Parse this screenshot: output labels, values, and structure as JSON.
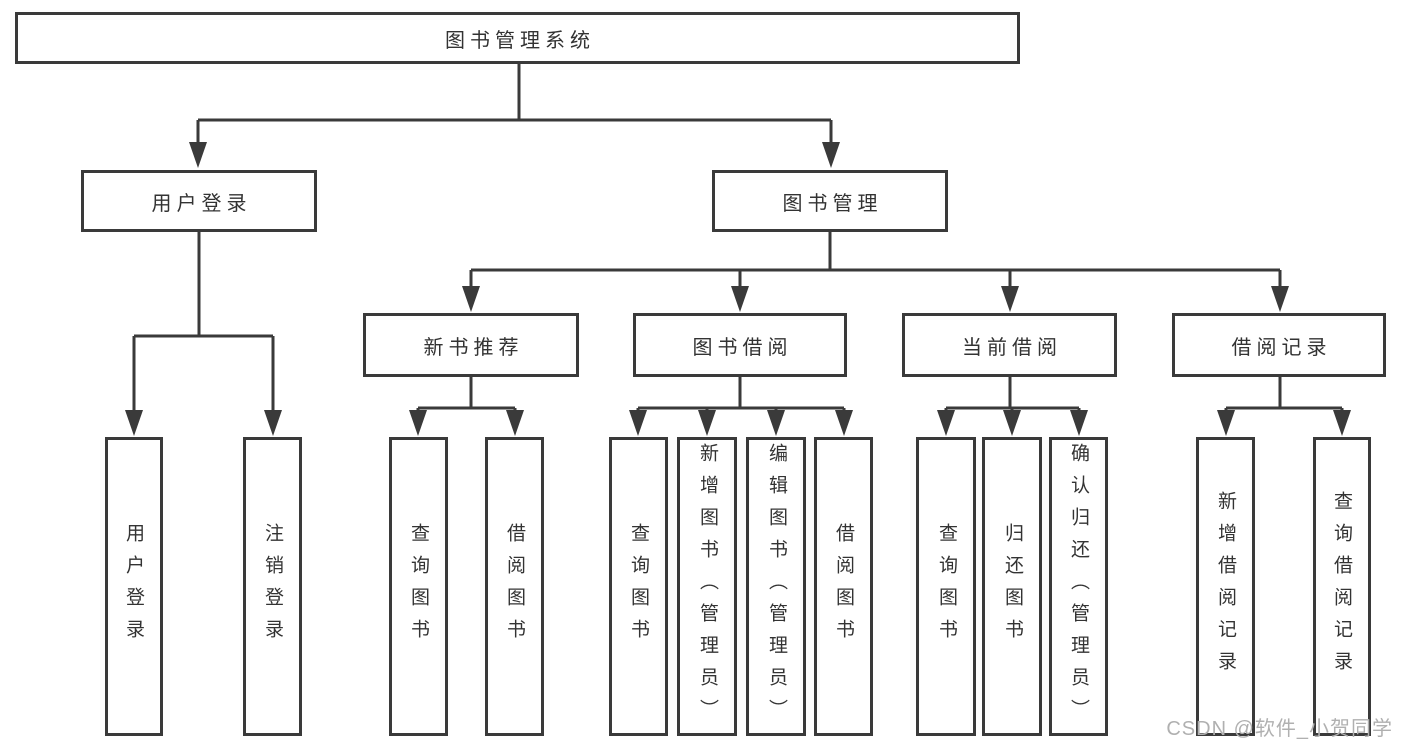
{
  "diagram": {
    "type": "hierarchy-tree",
    "root": {
      "label": "图书管理系统"
    },
    "level2": [
      {
        "label": "用户登录"
      },
      {
        "label": "图书管理"
      }
    ],
    "level3": [
      {
        "label": "新书推荐",
        "parent": "图书管理"
      },
      {
        "label": "图书借阅",
        "parent": "图书管理"
      },
      {
        "label": "当前借阅",
        "parent": "图书管理"
      },
      {
        "label": "借阅记录",
        "parent": "图书管理"
      }
    ],
    "leaves": [
      {
        "label": "用户登录",
        "parent": "用户登录"
      },
      {
        "label": "注销登录",
        "parent": "用户登录"
      },
      {
        "label": "查询图书",
        "parent": "新书推荐"
      },
      {
        "label": "借阅图书",
        "parent": "新书推荐"
      },
      {
        "label": "查询图书",
        "parent": "图书借阅"
      },
      {
        "label": "新增图书（管理员）",
        "parent": "图书借阅"
      },
      {
        "label": "编辑图书（管理员）",
        "parent": "图书借阅"
      },
      {
        "label": "借阅图书",
        "parent": "图书借阅"
      },
      {
        "label": "查询图书",
        "parent": "当前借阅"
      },
      {
        "label": "归还图书",
        "parent": "当前借阅"
      },
      {
        "label": "确认归还（管理员）",
        "parent": "当前借阅"
      },
      {
        "label": "新增借阅记录",
        "parent": "借阅记录"
      },
      {
        "label": "查询借阅记录",
        "parent": "借阅记录"
      }
    ]
  },
  "watermark": {
    "text": "CSDN @软件_小贺同学"
  },
  "colors": {
    "line": "#3a3a3a",
    "text": "#333333",
    "watermark": "#b0b0b0",
    "background": "#ffffff"
  }
}
